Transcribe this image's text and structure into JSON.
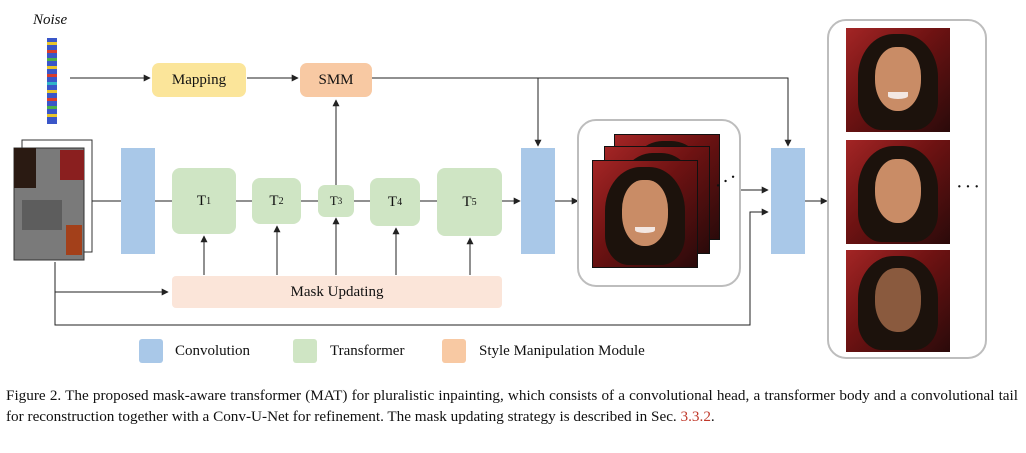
{
  "figure": {
    "noise_label": "Noise",
    "mapping_label": "Mapping",
    "smm_label": "SMM",
    "transformer_blocks": [
      {
        "label": "T",
        "sub": "1"
      },
      {
        "label": "T",
        "sub": "2"
      },
      {
        "label": "T",
        "sub": "3"
      },
      {
        "label": "T",
        "sub": "4"
      },
      {
        "label": "T",
        "sub": "5"
      }
    ],
    "mask_updating_label": "Mask Updating",
    "ellipsis": "···"
  },
  "legend": [
    {
      "label": "Convolution",
      "color": "#a9c8e8"
    },
    {
      "label": "Transformer",
      "color": "#cfe5c4"
    },
    {
      "label": "Style Manipulation Module",
      "color": "#f8c9a3"
    }
  ],
  "colors": {
    "mapping": "#fbe59a",
    "smm": "#f8c9a3",
    "conv": "#a9c8e8",
    "transformer": "#cfe5c4",
    "mask": "#fbe5d9"
  },
  "caption": {
    "text_before_ref": "Figure 2. The proposed mask-aware transformer (MAT) for pluralistic inpainting, which consists of a convolutional head, a transformer body and a convolutional tail for reconstruction together with a Conv-U-Net for refinement. The mask updating strategy is described in Sec. ",
    "ref": "3.3.2",
    "text_after_ref": "."
  }
}
